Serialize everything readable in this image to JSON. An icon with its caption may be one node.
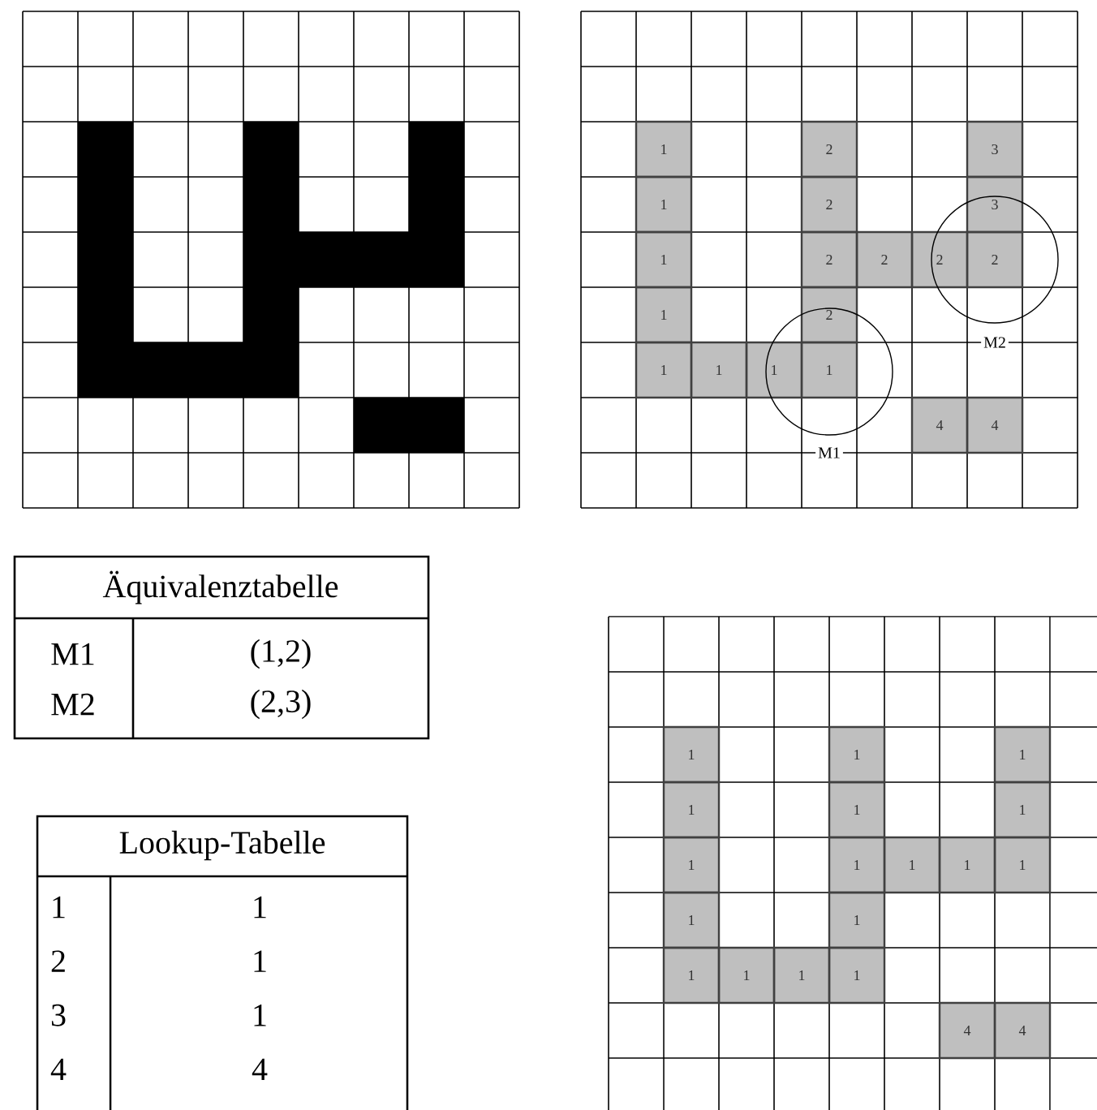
{
  "diagram": {
    "nodes": [
      {
        "text": [
          "M1"
        ]
      },
      {
        "text": [
          "M2"
        ]
      }
    ],
    "labels": [
      "1",
      "2",
      "3",
      "1",
      "2",
      "3",
      "1",
      "2",
      "2",
      "2",
      "2",
      "1",
      "2",
      "1",
      "1",
      "1",
      "1",
      "4",
      "4",
      "Äquivalenztabelle",
      "M1",
      "(1,2)",
      "M2",
      "(2,3)",
      "Lookup-Tabelle",
      "1",
      "1",
      "2",
      "1",
      "3",
      "1",
      "4",
      "4",
      "1",
      "1",
      "1",
      "1",
      "1",
      "1",
      "1",
      "1",
      "1",
      "1",
      "1",
      "1",
      "1",
      "1",
      "1",
      "1",
      "1",
      "4",
      "4"
    ]
  }
}
